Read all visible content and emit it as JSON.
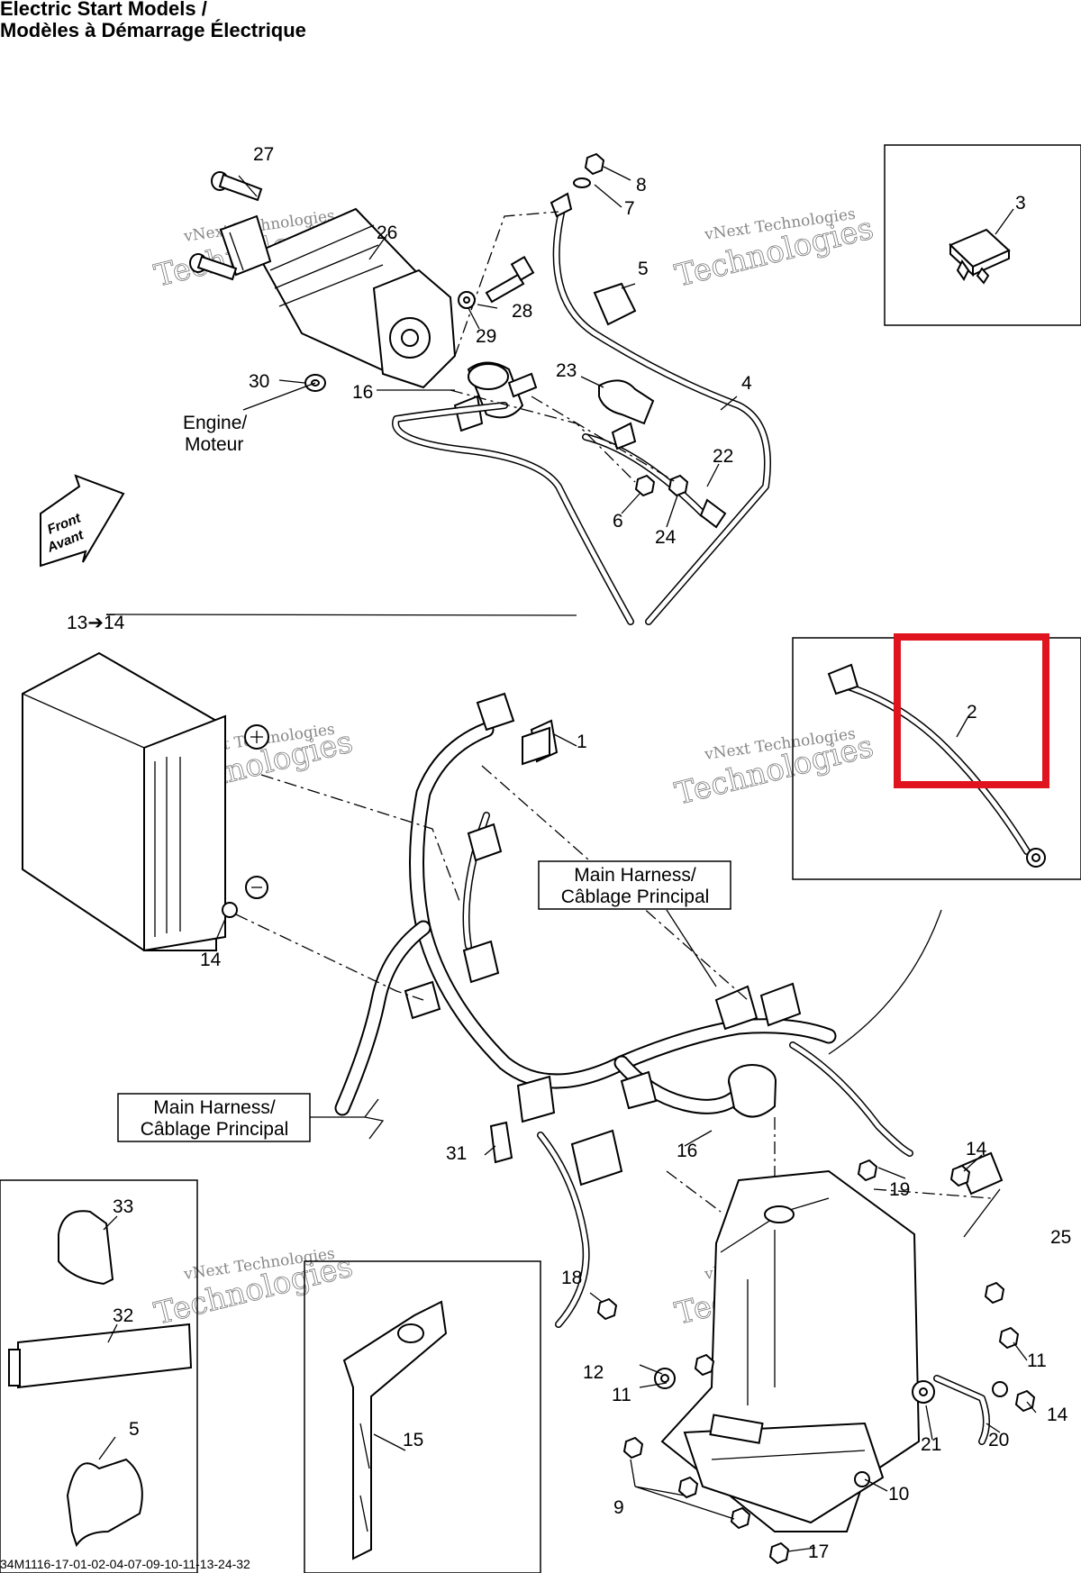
{
  "title": {
    "line1": "Electric Start Models /",
    "line2": "Modèles à Démarrage Électrique"
  },
  "annotations": {
    "engine": [
      "Engine/",
      "Moteur"
    ],
    "front": [
      "Front",
      "Avant"
    ],
    "main_harness_1": [
      "Main Harness/",
      "Câblage Principal"
    ],
    "main_harness_2": [
      "Main Harness/",
      "Câblage Principal"
    ]
  },
  "watermark": {
    "line1": "vNext Technologies",
    "line2": "Technologies"
  },
  "callouts": [
    "27",
    "26",
    "8",
    "7",
    "5",
    "28",
    "29",
    "30",
    "16",
    "23",
    "4",
    "22",
    "6",
    "24",
    "3",
    "13➔14",
    "1",
    "2",
    "14",
    "31",
    "16",
    "14",
    "19",
    "25",
    "33",
    "32",
    "5",
    "15",
    "18",
    "12",
    "11",
    "11",
    "14",
    "20",
    "21",
    "10",
    "9",
    "17"
  ],
  "highlight": {
    "color": "#e0141e",
    "target_callout": "2"
  },
  "footer": {
    "code": "34M1116-17-01-02-04-07-09-10-11-13-24-32"
  }
}
